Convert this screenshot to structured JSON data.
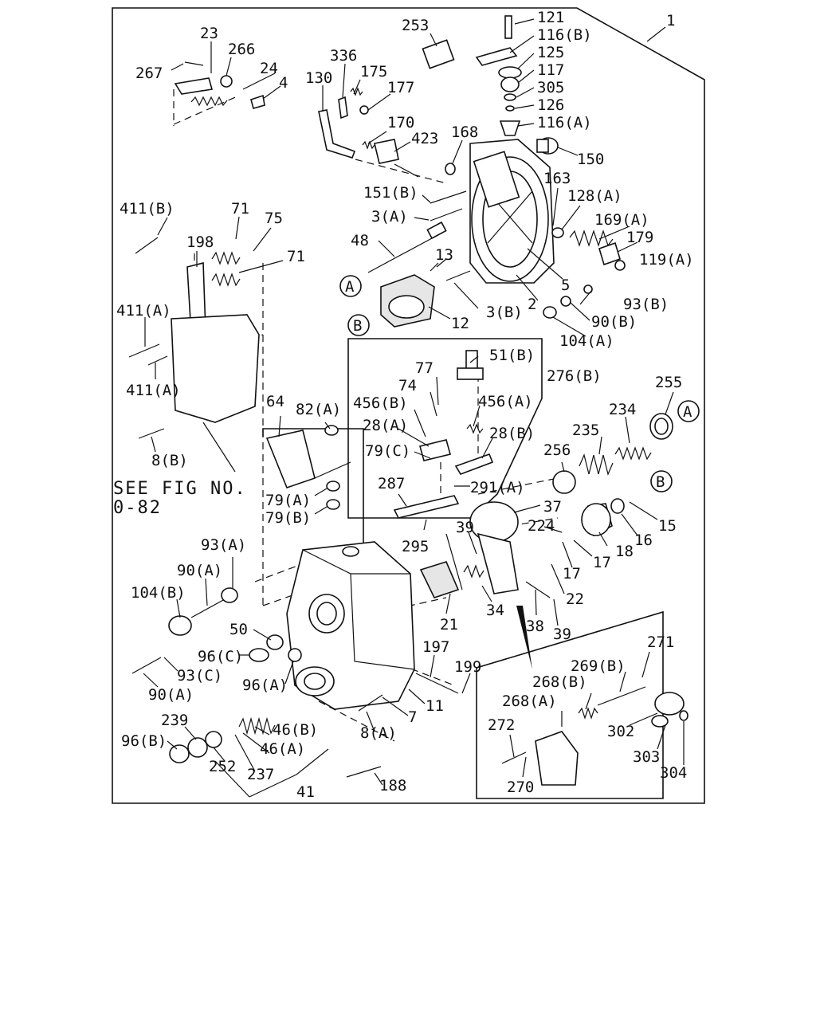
{
  "diagram": {
    "main_number": "1",
    "see_note": [
      "SEE FIG NO.",
      "0-82"
    ],
    "callouts": {
      "c121": "121",
      "c116B": "116(B)",
      "c125": "125",
      "c117": "117",
      "c305": "305",
      "c126": "126",
      "c116A": "116(A)",
      "c150": "150",
      "c253": "253",
      "c168": "168",
      "c163": "163",
      "c128A": "128(A)",
      "c169A": "169(A)",
      "c179": "179",
      "c119A": "119(A)",
      "c151B": "151(B)",
      "c3A": "3(A)",
      "c48": "48",
      "c13": "13",
      "c3B": "3(B)",
      "c2": "2",
      "c5": "5",
      "c93B": "93(B)",
      "c90B": "90(B)",
      "c104A": "104(A)",
      "c12": "12",
      "c23": "23",
      "c266": "266",
      "c267": "267",
      "c24": "24",
      "c4": "4",
      "c130": "130",
      "c336": "336",
      "c175": "175",
      "c177": "177",
      "c170": "170",
      "c423": "423",
      "c411B": "411(B)",
      "c198": "198",
      "c71a": "71",
      "c75": "75",
      "c71b": "71",
      "c411A1": "411(A)",
      "c411A2": "411(A)",
      "c8B": "8(B)",
      "c51B": "51(B)",
      "c77": "77",
      "c74": "74",
      "c276B": "276(B)",
      "c456B": "456(B)",
      "c456A": "456(A)",
      "c28A": "28(A)",
      "c28B": "28(B)",
      "c79C": "79(C)",
      "c287": "287",
      "c291A": "291(A)",
      "c295": "295",
      "c64": "64",
      "c82A": "82(A)",
      "c79A": "79(A)",
      "c79B": "79(B)",
      "c255": "255",
      "c234": "234",
      "c235": "235",
      "c256": "256",
      "c37": "37",
      "c224": "224",
      "c18": "18",
      "c16": "16",
      "c15": "15",
      "c17a": "17",
      "c17b": "17",
      "c22": "22",
      "c39a": "39",
      "c34": "34",
      "c38": "38",
      "c39b": "39",
      "c21": "21",
      "c93A": "93(A)",
      "c90A1": "90(A)",
      "c104B": "104(B)",
      "c50": "50",
      "c96C": "96(C)",
      "c93C": "93(C)",
      "c90A2": "90(A)",
      "c96A": "96(A)",
      "c197": "197",
      "c199": "199",
      "c11": "11",
      "c7": "7",
      "c8A": "8(A)",
      "c239": "239",
      "c96B": "96(B)",
      "c46B": "46(B)",
      "c46A": "46(A)",
      "c252": "252",
      "c237": "237",
      "c41": "41",
      "c188": "188",
      "c271": "271",
      "c269B": "269(B)",
      "c268B": "268(B)",
      "c268A": "268(A)",
      "c272": "272",
      "c270": "270",
      "c302": "302",
      "c303": "303",
      "c304": "304"
    },
    "markers": {
      "A1": "A",
      "B1": "B",
      "A2": "A",
      "B2": "B"
    }
  }
}
